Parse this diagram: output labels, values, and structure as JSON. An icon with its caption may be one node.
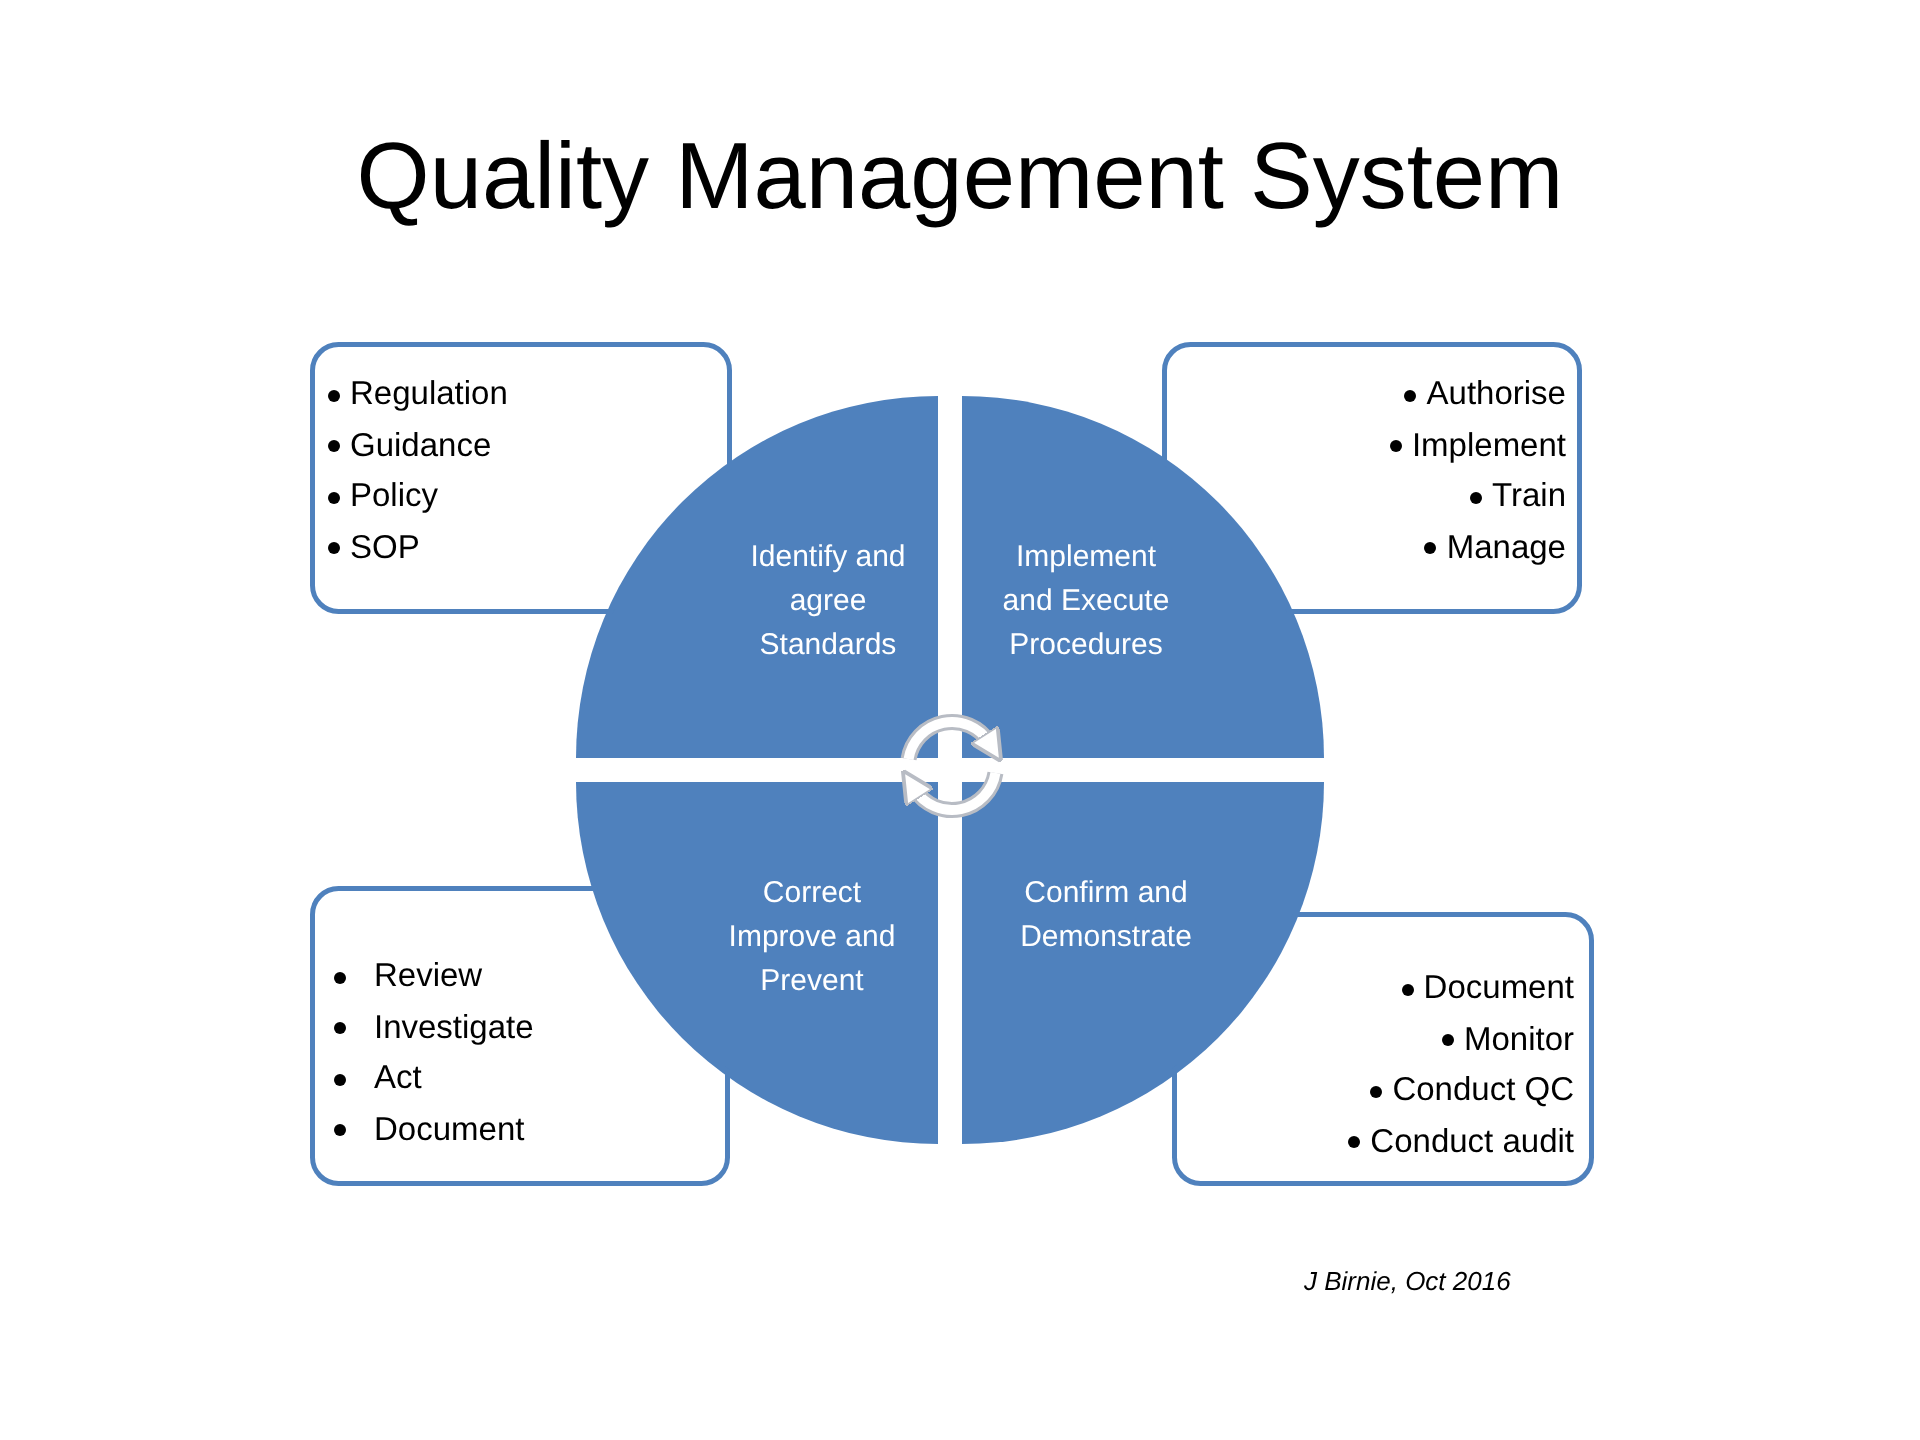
{
  "diagram": {
    "title": "Quality Management System",
    "nodes": [
      {
        "text": [
          "Regulation",
          "Guidance",
          "Policy",
          "SOP"
        ]
      },
      {
        "text": [
          "Authorise",
          "Implement",
          "Train",
          "Manage"
        ]
      },
      {
        "text": [
          "Identify and agree Standards"
        ]
      },
      {
        "text": [
          "Implement and Execute Procedures"
        ]
      },
      {
        "text": [
          "Correct Improve and Prevent"
        ]
      },
      {
        "text": [
          "Confirm and Demonstrate"
        ]
      },
      {
        "text": [
          "Review",
          "Investigate",
          "Act",
          "Document"
        ]
      },
      {
        "text": [
          "Document",
          "Monitor",
          "Conduct QC",
          "Conduct audit"
        ]
      }
    ],
    "edges": [
      {
        "from": 2,
        "to": 3,
        "arrow": "to"
      },
      {
        "from": 5,
        "to": 4,
        "arrow": "to"
      }
    ],
    "caption": "J Birnie, Oct 2016"
  }
}
